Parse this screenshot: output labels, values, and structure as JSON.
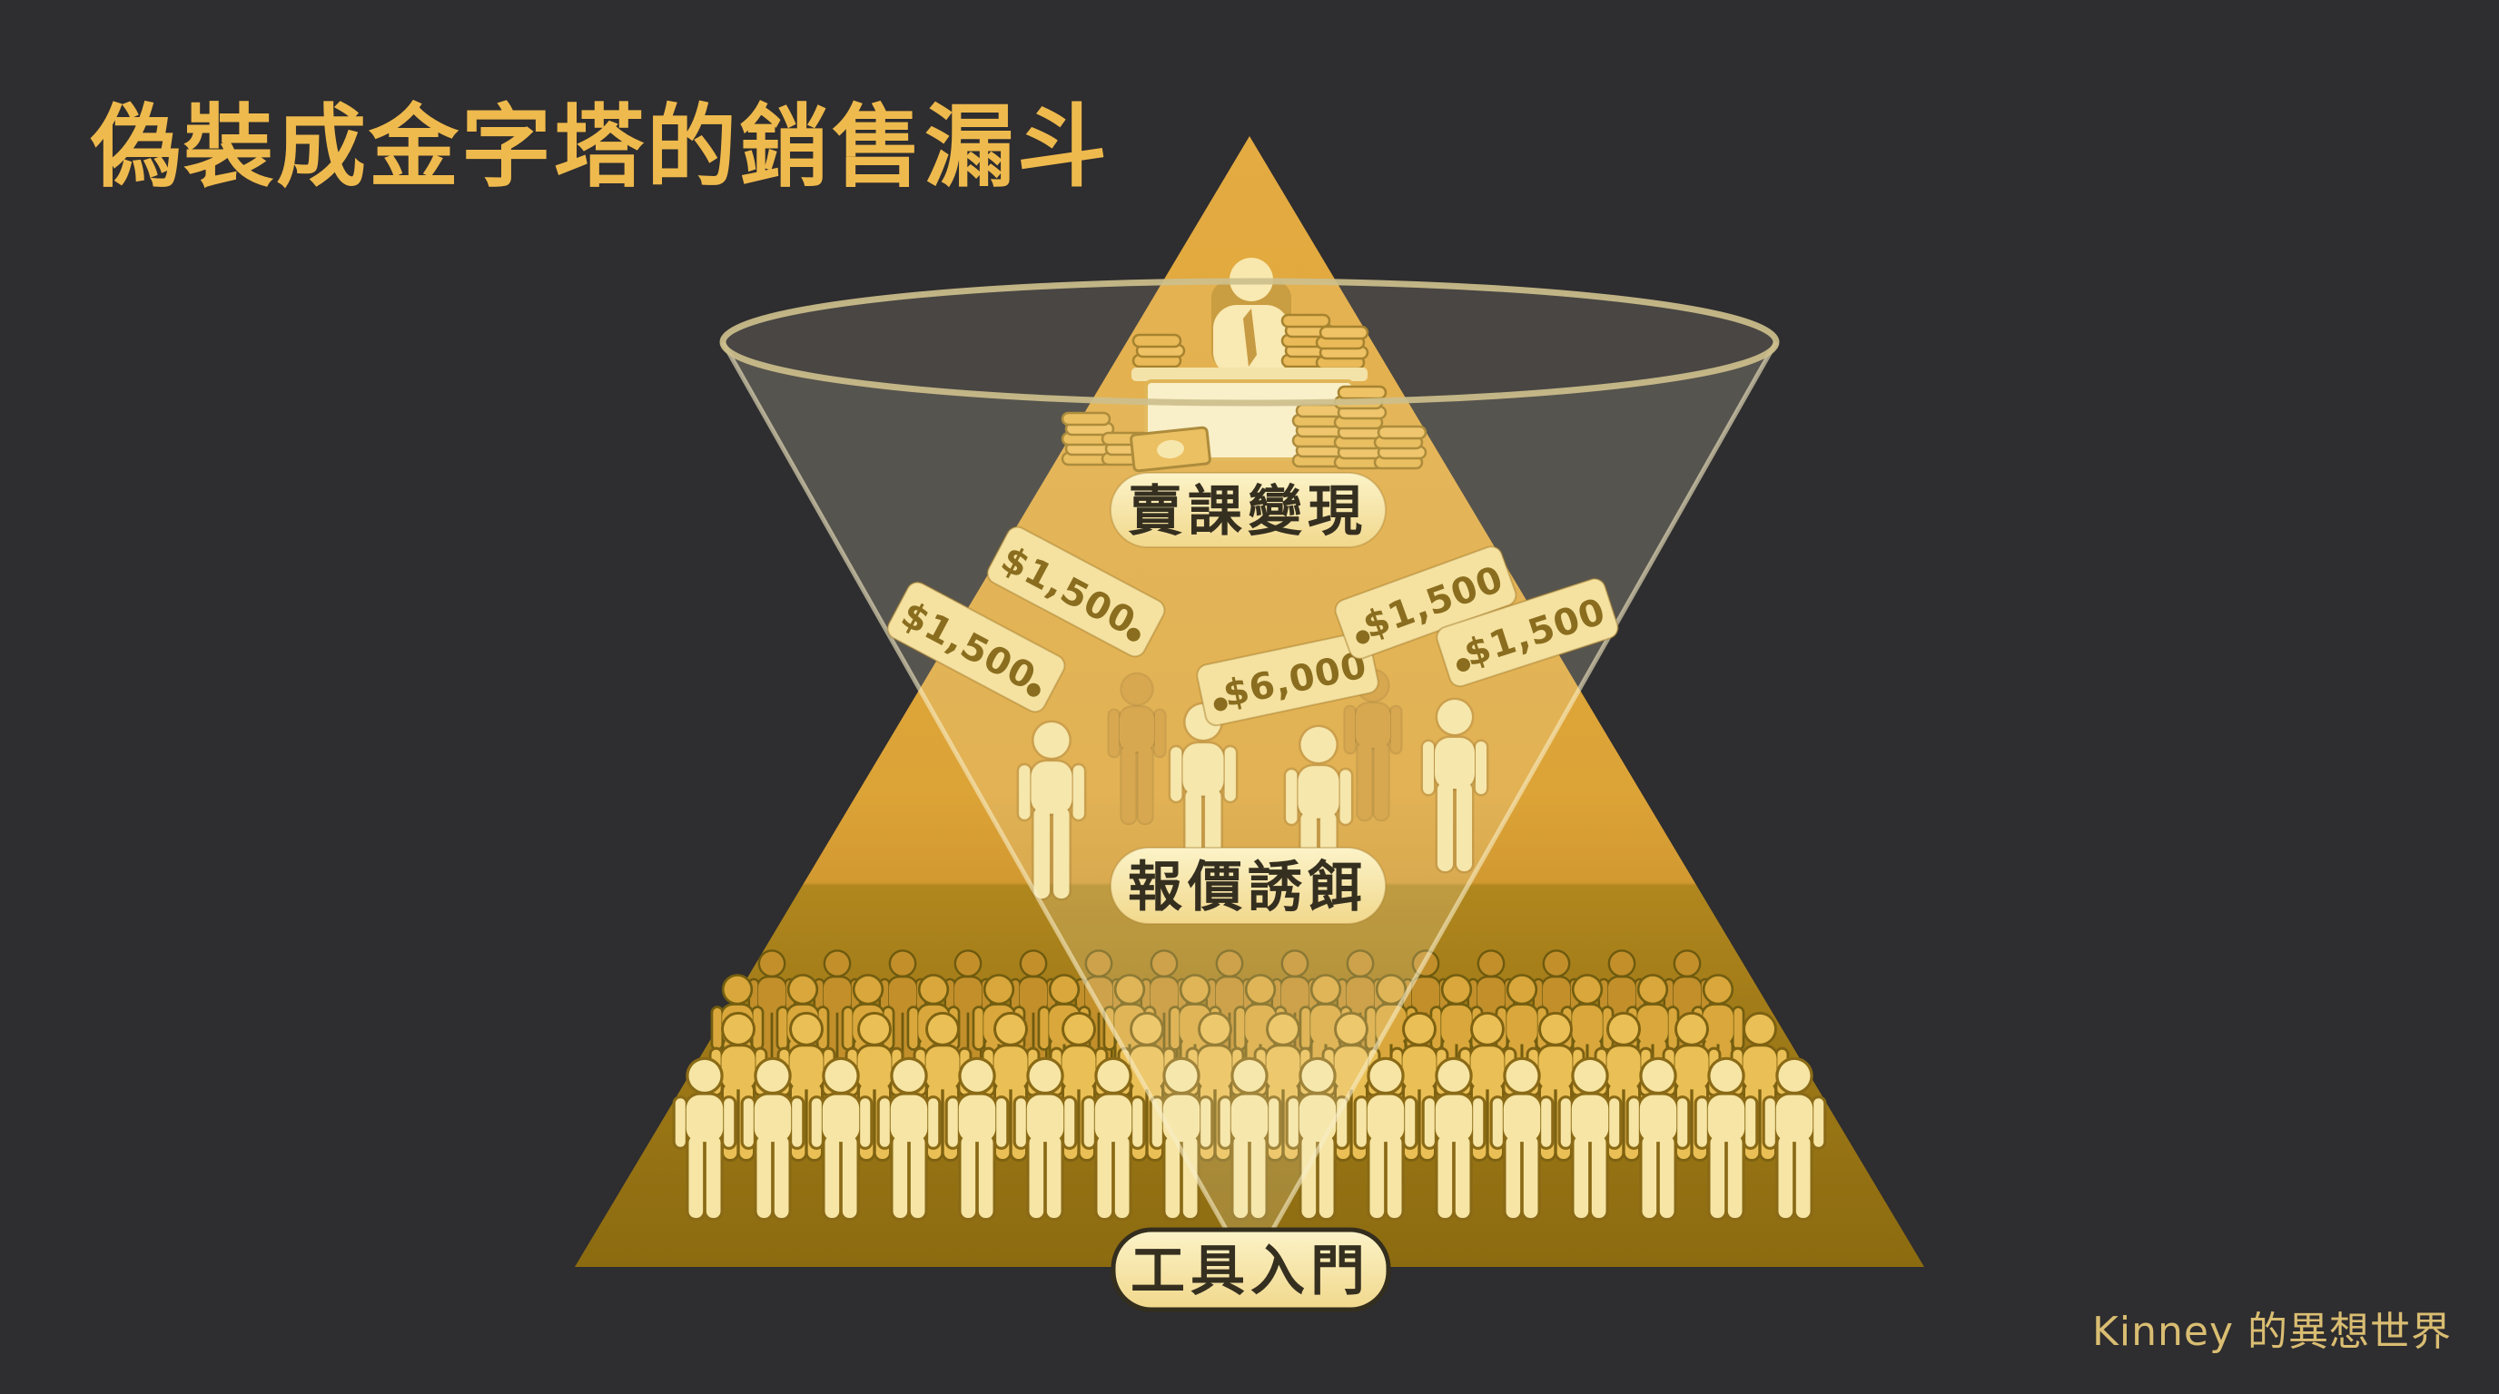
{
  "title": "偽裝成金字塔的銷售漏斗",
  "watermark": "Kinney 的異想世界",
  "funnel": {
    "levels": [
      {
        "label": "賣課變現",
        "tier": "top",
        "figures": 1
      },
      {
        "label": "報價誘餌",
        "tier": "middle",
        "figures": 6
      },
      {
        "label": "工具入門",
        "tier": "bottom",
        "figures": 64
      }
    ]
  },
  "price_tags": [
    "$1,500",
    "$1,500",
    "$6,000",
    "$1,500",
    "$1,500"
  ],
  "icons": {
    "seller": "person-at-desk-icon",
    "prospect": "person-icon",
    "crowd": "person-icon",
    "money": "coin-stack-icon",
    "bill": "banknote-icon",
    "tag": "price-tag-icon",
    "funnel": "funnel-cone-icon",
    "pyramid": "pyramid-icon"
  },
  "colors": {
    "background": "#2E2D2F",
    "title_gold": "#EFBA4D",
    "pyramid_top": "#E3AB41",
    "pyramid_mid": "#D29931",
    "pyramid_lower": "#B0861E",
    "pyramid_base": "#8C6B10",
    "funnel_rim": "#CDBF8C",
    "pill_fill_top": "#FCF3C8",
    "pill_fill_bottom": "#F1D88C",
    "pill_text": "#352F20",
    "pill3_border": "#342E1E",
    "tag_fill": "#F5E2A1",
    "tag_text": "#8A6D1E",
    "figure_cream": "#F6E5A4",
    "figure_gold": "#D09733",
    "crowd_row2": "#EABF55",
    "crowd_row3": "#D9A73B",
    "crowd_row4": "#C28F2B",
    "coin": "#E7B347",
    "coin_outline": "#9A7318",
    "desk_front": "#F9EFC8",
    "desk_border": "#DCAD44",
    "chair": "#C2912C",
    "watermark_gold": "#D9BD72"
  }
}
